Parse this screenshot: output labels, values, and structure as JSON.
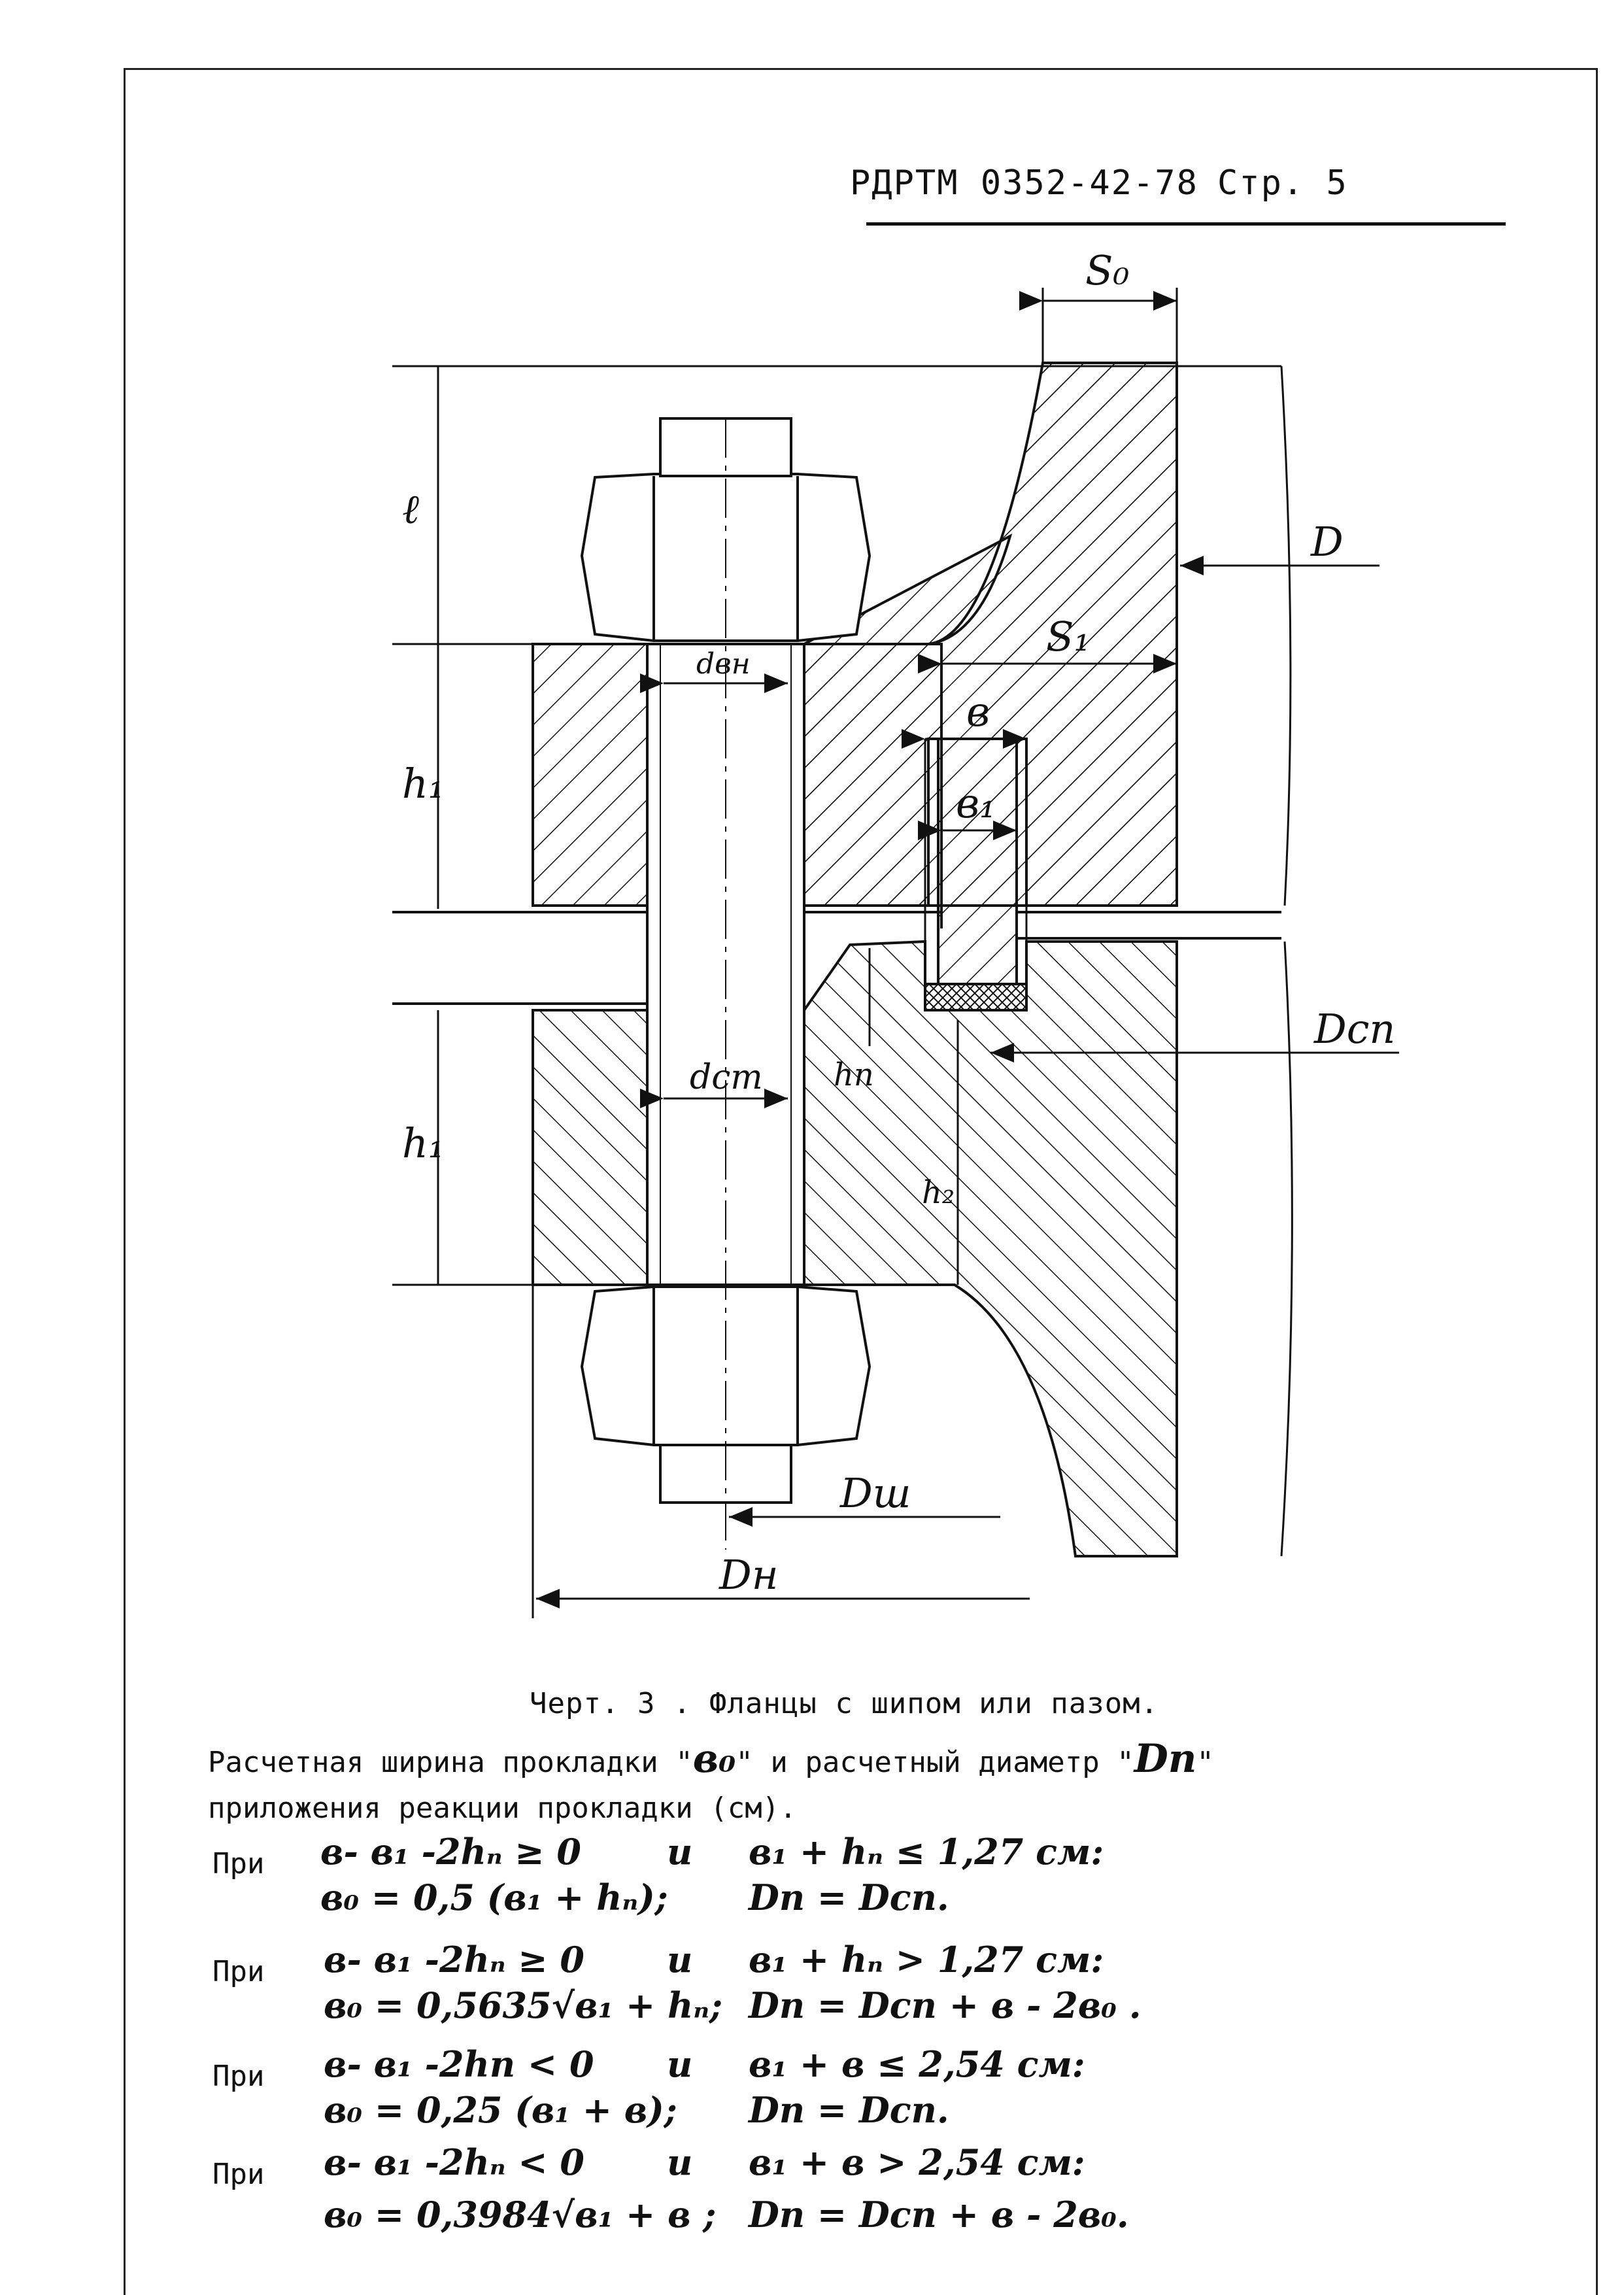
{
  "header": {
    "doc": "РДРТМ 0352-42-78",
    "page": "Стр. 5"
  },
  "drawing_labels": {
    "s0": "S₀",
    "d": "D",
    "s1": "S₁",
    "b": "в",
    "b1": "в₁",
    "l": "ℓ",
    "h1_top": "h₁",
    "h1_bottom": "h₁",
    "d_bolt_hole": "dвн",
    "d_stud": "dст",
    "hn": "hп",
    "h2": "h₂",
    "dcn": "Dсп",
    "dsh": "Dш",
    "dh": "Dн"
  },
  "caption": "Черт. 3 . Фланцы с шипом или пазом.",
  "intro": {
    "line1_a": "Расчетная ширина прокладки \"",
    "line1_b0": "в₀",
    "line1_c": "\" и расчетный диаметр \"",
    "line1_dn": "Dп",
    "line1_d": "\"",
    "line2": "приложения реакции прокладки (см)."
  },
  "conditions": [
    {
      "label": "При",
      "cond": "в- в₁ -2hₙ ≥ 0",
      "and": "и",
      "cond2": "в₁ + hₙ ≤ 1,27 см:",
      "f1": "в₀ = 0,5 (в₁ + hₙ);",
      "f2": "Dп = Dсп."
    },
    {
      "label": "При",
      "cond": "в- в₁ -2hₙ ≥ 0",
      "and": "и",
      "cond2": "в₁ + hₙ > 1,27 см:",
      "f1": "в₀ = 0,5635√в₁ + hₙ;",
      "f2": "Dп = Dсп + в - 2в₀ ."
    },
    {
      "label": "При",
      "cond": "в- в₁ -2hn < 0",
      "and": "и",
      "cond2": "в₁ + в ≤ 2,54 см:",
      "f1": "в₀ = 0,25 (в₁ + в);",
      "f2": "Dп = Dсп."
    },
    {
      "label": "При",
      "cond": "в- в₁ -2hₙ < 0",
      "and": "и",
      "cond2": "в₁ + в > 2,54 см:",
      "f1": "в₀ = 0,3984√в₁ + в ;",
      "f2": "Dп = Dсп + в - 2в₀."
    }
  ],
  "colors": {
    "ink": "#111111",
    "paper": "#ffffff"
  }
}
